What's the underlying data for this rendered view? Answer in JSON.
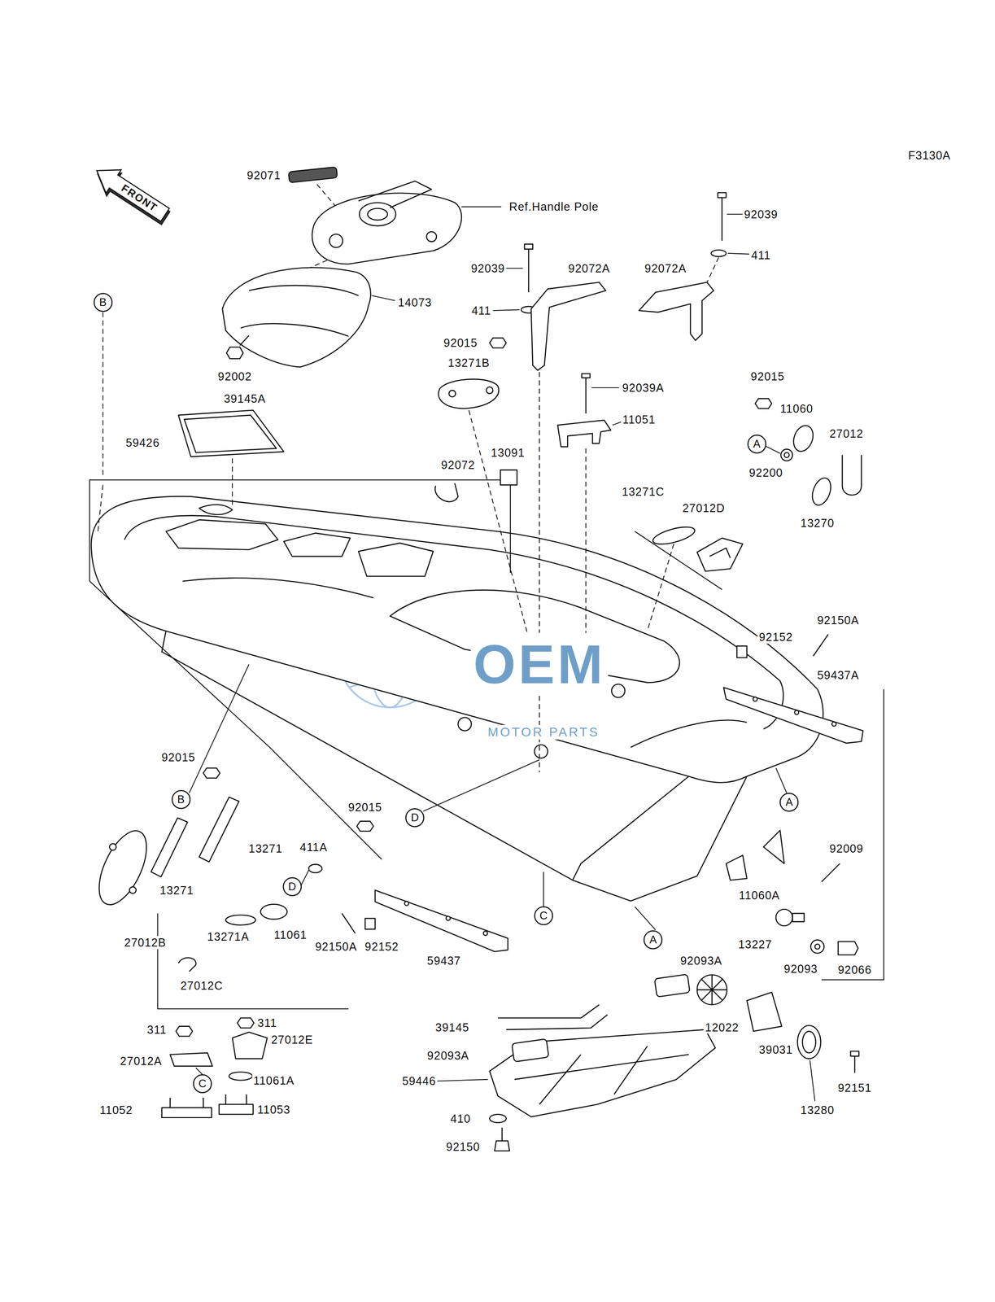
{
  "diagram": {
    "nodes": [
      {
        "text": [
          "FRONT"
        ]
      },
      {
        "text": [
          "B"
        ]
      },
      {
        "text": [
          "A"
        ]
      },
      {
        "text": [
          "B"
        ]
      },
      {
        "text": [
          "A"
        ]
      },
      {
        "text": [
          "D"
        ]
      },
      {
        "text": [
          "D"
        ]
      },
      {
        "text": [
          "C"
        ]
      },
      {
        "text": [
          "A"
        ]
      },
      {
        "text": [
          "C"
        ]
      }
    ],
    "labels": [
      "F3130A",
      "92071",
      "Ref.Handle Pole",
      "92039",
      "92039",
      "92072A",
      "92072A",
      "411",
      "14073",
      "411",
      "92015",
      "13271B",
      "92002",
      "92015",
      "92039A",
      "39145A",
      "11060",
      "11051",
      "27012",
      "59426",
      "13091",
      "92072",
      "92200",
      "13271C",
      "27012D",
      "13270",
      "92150A",
      "92152",
      "59437A",
      "92015",
      "92015",
      "92009",
      "411A",
      "13271",
      "13271",
      "11060A",
      "11061",
      "27012B",
      "13227",
      "13271A",
      "92150A",
      "92152",
      "92093A",
      "59437",
      "92093",
      "92066",
      "27012C",
      "311",
      "39145",
      "12022",
      "311",
      "27012E",
      "39031",
      "92093A",
      "27012A",
      "11061A",
      "59446",
      "92151",
      "11053",
      "11052",
      "13280",
      "410",
      "92150",
      "OEM",
      "MOTOR PARTS"
    ]
  }
}
